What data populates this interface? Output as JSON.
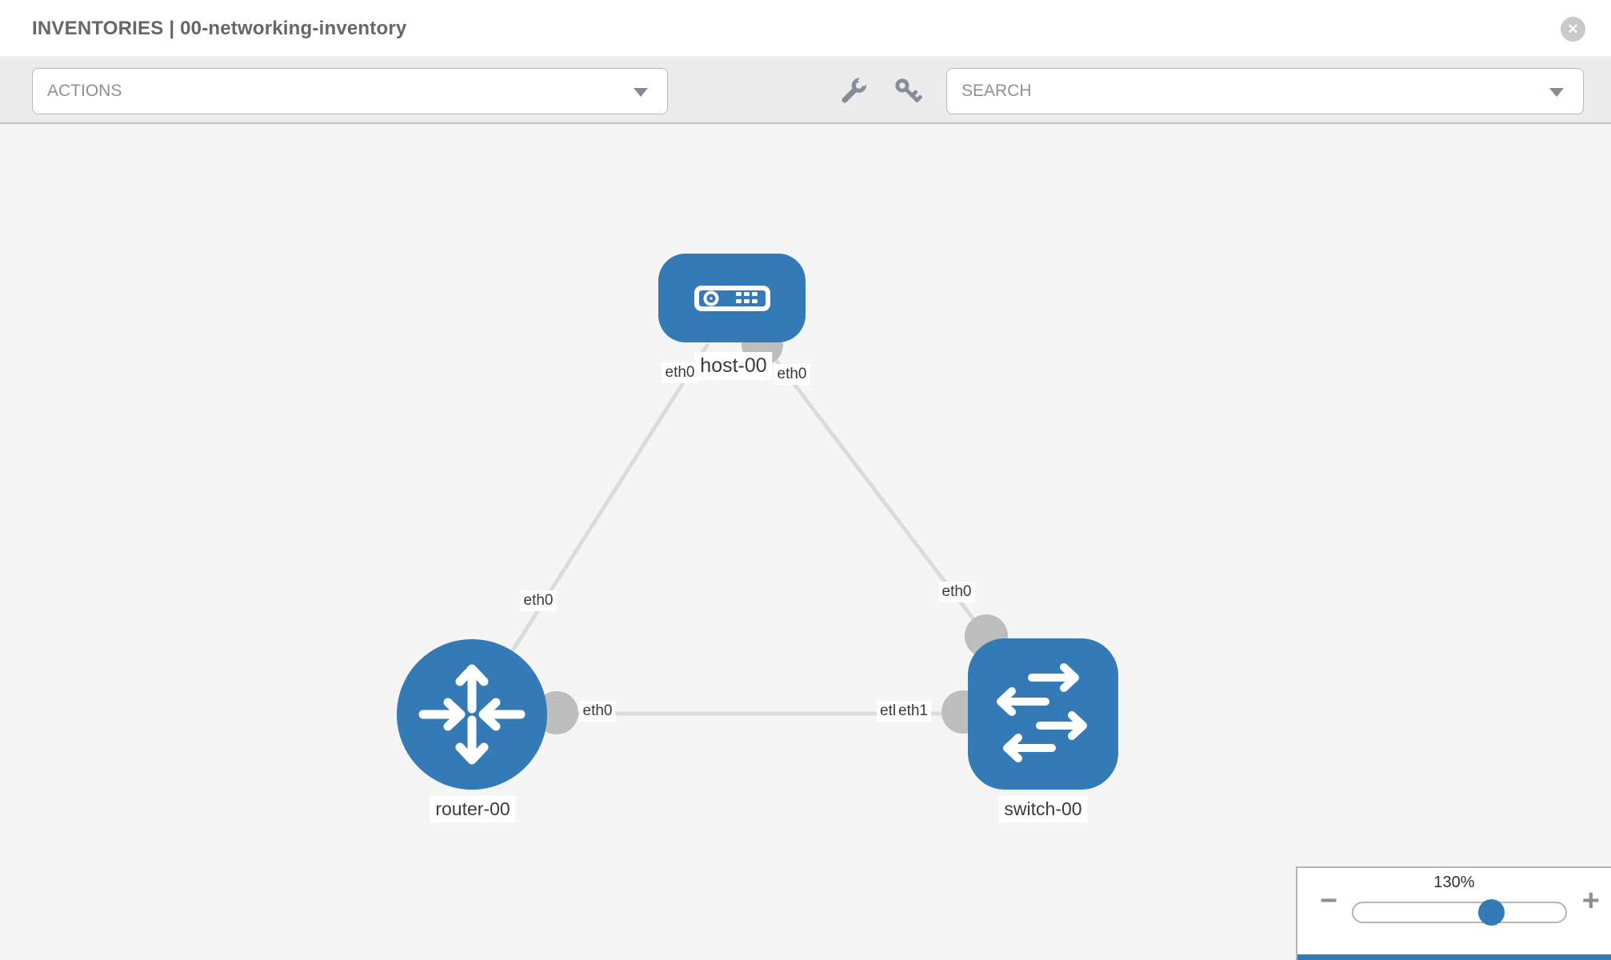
{
  "header": {
    "title": "INVENTORIES | 00-networking-inventory",
    "close_glyph": "✕"
  },
  "toolbar": {
    "actions_label": "ACTIONS",
    "search_placeholder": "SEARCH",
    "icons": [
      "wrench-icon",
      "key-icon"
    ]
  },
  "topology": {
    "nodes": [
      {
        "id": "host-00",
        "type": "host",
        "label": "host-00"
      },
      {
        "id": "router-00",
        "type": "router",
        "label": "router-00"
      },
      {
        "id": "switch-00",
        "type": "switch",
        "label": "switch-00"
      }
    ],
    "links": [
      {
        "source": "host-00",
        "target": "router-00",
        "source_interface": "eth0",
        "target_interface": "eth0"
      },
      {
        "source": "host-00",
        "target": "switch-00",
        "source_interface": "eth0",
        "target_interface": "eth0"
      },
      {
        "source": "router-00",
        "target": "switch-00",
        "source_interface": "eth0",
        "target_interface": "eth1"
      }
    ],
    "interfaces": {
      "host_left": "eth0",
      "host_right": "eth0",
      "link_host_router": "eth0",
      "link_host_switch": "eth0",
      "link_rs_left": "eth0",
      "link_rs_right_back": "eth0",
      "link_rs_right_front": "eth1"
    }
  },
  "zoom_control": {
    "level": "130%",
    "minus": "−",
    "plus": "+"
  },
  "colors": {
    "node_blue": "#337ab7",
    "link_gray": "#dbdbdb",
    "interface_dot_gray": "#bdbdbd",
    "accent_blue": "#337ab7"
  }
}
